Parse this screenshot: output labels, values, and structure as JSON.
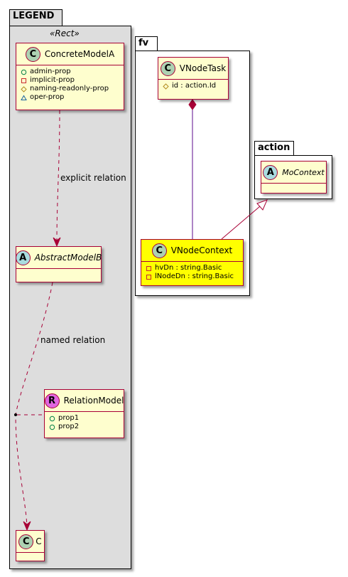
{
  "legend": {
    "title": "LEGEND",
    "stereotype": "«Rect»",
    "concrete_model": {
      "name": "ConcreteModelA",
      "badge": "C",
      "attributes": [
        {
          "visibility": "public",
          "text": "admin-prop"
        },
        {
          "visibility": "private",
          "text": "implicit-prop"
        },
        {
          "visibility": "protected",
          "text": "naming-readonly-prop"
        },
        {
          "visibility": "package",
          "text": "oper-prop"
        }
      ]
    },
    "explicit_relation_label": "explicit relation",
    "abstract_model": {
      "name": "AbstractModelB",
      "badge": "A"
    },
    "named_relation_label": "named relation",
    "relation_model": {
      "name": "RelationModel",
      "badge": "R",
      "attributes": [
        {
          "visibility": "public",
          "text": "prop1"
        },
        {
          "visibility": "public",
          "text": "prop2"
        }
      ]
    },
    "class_c": {
      "name": "C",
      "badge": "C"
    }
  },
  "fv": {
    "title": "fv",
    "vnode_task": {
      "name": "VNodeTask",
      "badge": "C",
      "attributes": [
        {
          "visibility": "protected",
          "text": "id : action.Id"
        }
      ]
    },
    "vnode_context": {
      "name": "VNodeContext",
      "badge": "C",
      "attributes": [
        {
          "visibility": "private",
          "text": "hvDn : string.Basic"
        },
        {
          "visibility": "private",
          "text": "lNodeDn : string.Basic"
        }
      ]
    }
  },
  "action": {
    "title": "action",
    "mo_context": {
      "name": "MoContext",
      "badge": "A"
    }
  },
  "colors": {
    "class_fill": "#FEFECE",
    "class_border": "#A80036",
    "highlight_fill": "#FFFF00",
    "legend_fill": "#DDDDDD",
    "relation_line": "#A80036",
    "composition_line": "#5B0A8C"
  }
}
